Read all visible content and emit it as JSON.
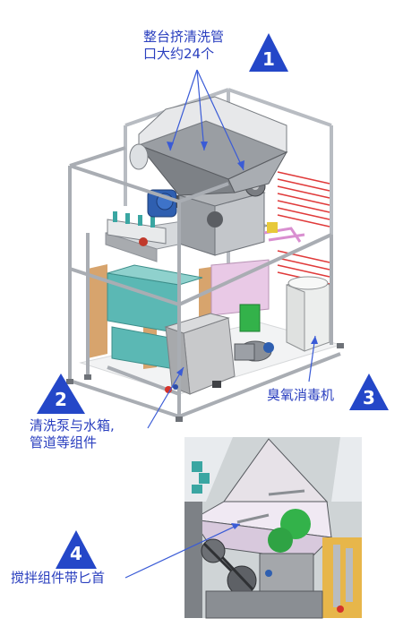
{
  "callouts": {
    "one": {
      "number": "1",
      "line1": "整台挤清洗管",
      "line2": "口大约24个"
    },
    "two": {
      "number": "2",
      "line1": "清洗泵与水箱,",
      "line2": "管道等组件"
    },
    "three": {
      "number": "3",
      "line1": "臭氧消毒机"
    },
    "four": {
      "number": "4",
      "line1": "搅拌组件带匕首"
    }
  },
  "colors": {
    "callout_text": "#2a3fbf",
    "triangle": "#2447c8",
    "leader_line": "#3a5bd6",
    "frame": "#b8bcc2",
    "frame_dark": "#6e7278",
    "hopper": "#8a8e93",
    "tank_teal": "#5bb8b4",
    "tank_pink": "#e9c9e6",
    "wood": "#d7a46d",
    "motor_blue": "#2f5fb0",
    "red_rails": "#e03a3a",
    "ozone_box": "#eceeed",
    "green_ball": "#33b24a"
  }
}
